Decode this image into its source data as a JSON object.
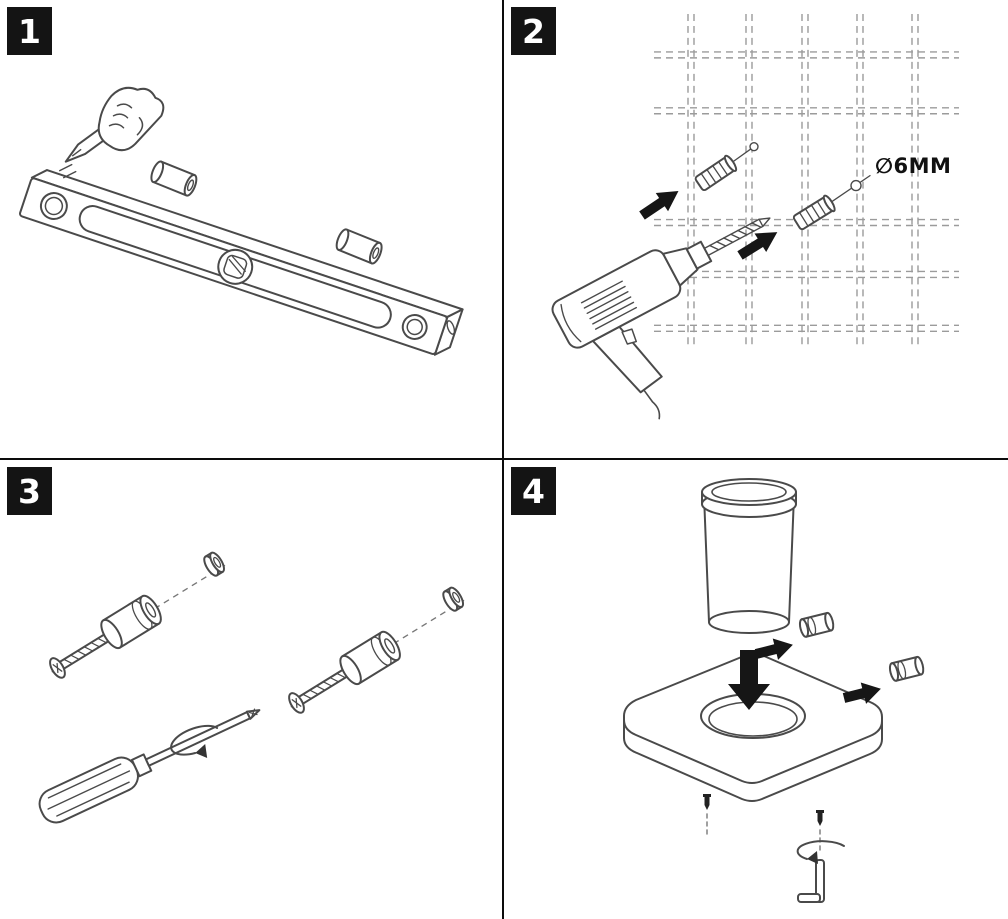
{
  "page": {
    "background": "#ffffff",
    "line_color": "#4a4a4a",
    "arrow_color": "#161616",
    "dash_color": "#9b9b9b"
  },
  "steps": [
    {
      "number": "1"
    },
    {
      "number": "2",
      "diameter_label": "∅6MM"
    },
    {
      "number": "3"
    },
    {
      "number": "4"
    }
  ]
}
